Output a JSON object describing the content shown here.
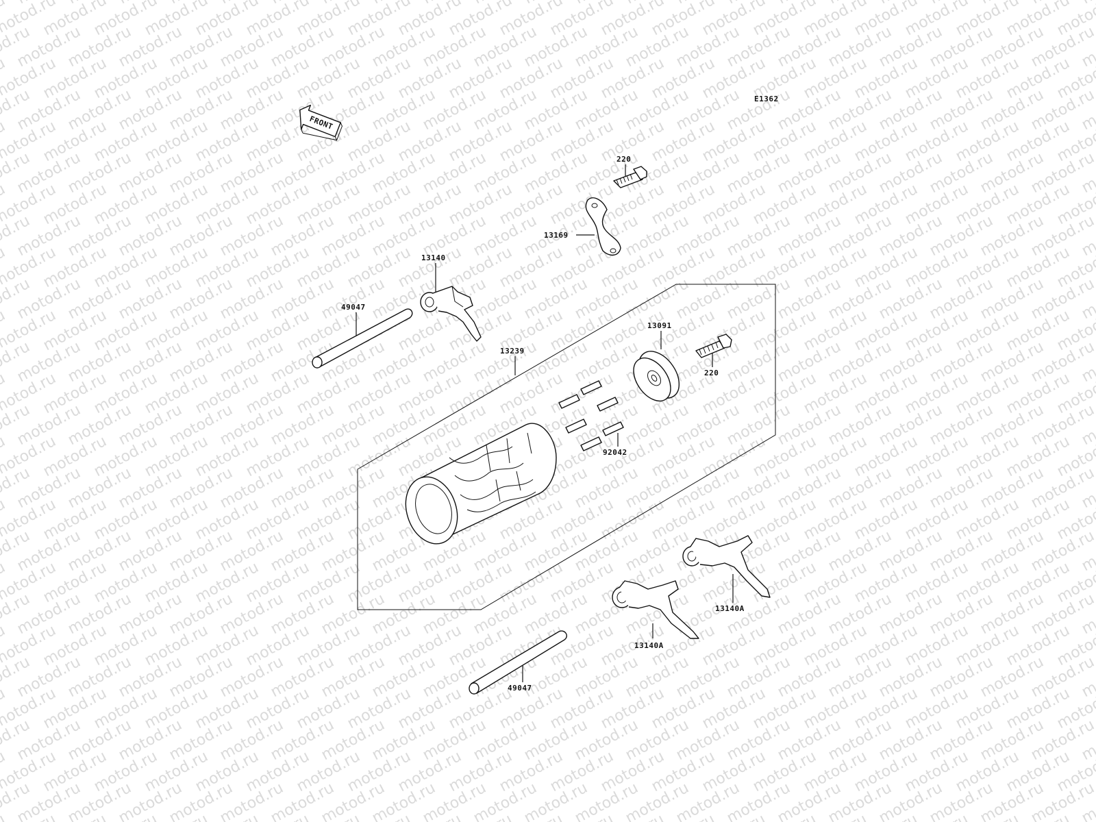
{
  "diagram": {
    "code": "E1362",
    "front_arrow_text": "FRONT",
    "watermark_text": "motod.ru",
    "colors": {
      "line": "#111111",
      "watermark": "#dadada",
      "background": "#ffffff"
    },
    "labels": {
      "bolt_top": "220",
      "plate": "13169",
      "fork_top": "13140",
      "shaft_top": "49047",
      "drum_assembly": "13239",
      "drum_cam": "13091",
      "bolt_right": "220",
      "pins": "92042",
      "fork_bottom_right": "13140A",
      "fork_bottom_left": "13140A",
      "shaft_bottom": "49047"
    }
  }
}
